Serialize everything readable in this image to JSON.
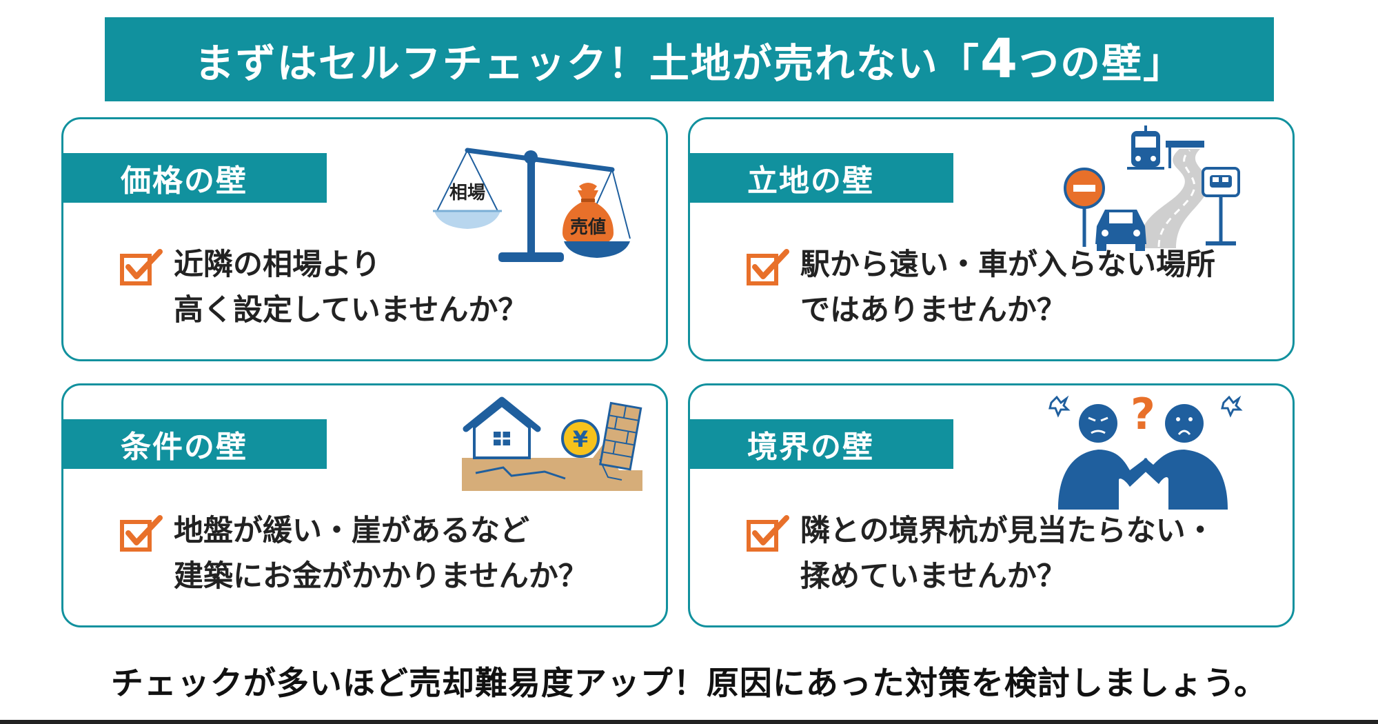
{
  "header": {
    "title_part1": "まずはセルフチェック！土地が売れない「",
    "title_number": "4",
    "title_part2": "つの壁」"
  },
  "cards": [
    {
      "tab": "価格の壁",
      "question_line1": "近隣の相場より",
      "question_line2": "高く設定していませんか？",
      "illustration": {
        "icon": "balance-scale-icon",
        "label_left": "相場",
        "label_right": "売値"
      }
    },
    {
      "tab": "立地の壁",
      "question_line1": "駅から遠い・車が入らない場所",
      "question_line2": "ではありませんか？",
      "illustration": {
        "icon": "road-train-bus-car-icon"
      }
    },
    {
      "tab": "条件の壁",
      "question_line1": "地盤が緩い・崖があるなど",
      "question_line2": "建築にお金がかかりませんか？",
      "illustration": {
        "icon": "house-cracked-ground-icon",
        "coin_label": "¥"
      }
    },
    {
      "tab": "境界の壁",
      "question_line1": "隣との境界杭が見当たらない・",
      "question_line2": "揉めていませんか？",
      "illustration": {
        "icon": "arguing-neighbors-icon",
        "question_mark": "?"
      }
    }
  ],
  "footer": {
    "text": "チェックが多いほど売却難易度アップ！原因にあった対策を検討しましょう。"
  },
  "colors": {
    "teal": "#11919e",
    "orange": "#e8702a",
    "navy": "#1f5f9e",
    "sand": "#d6ad79",
    "light_blue": "#b8d6ee"
  }
}
